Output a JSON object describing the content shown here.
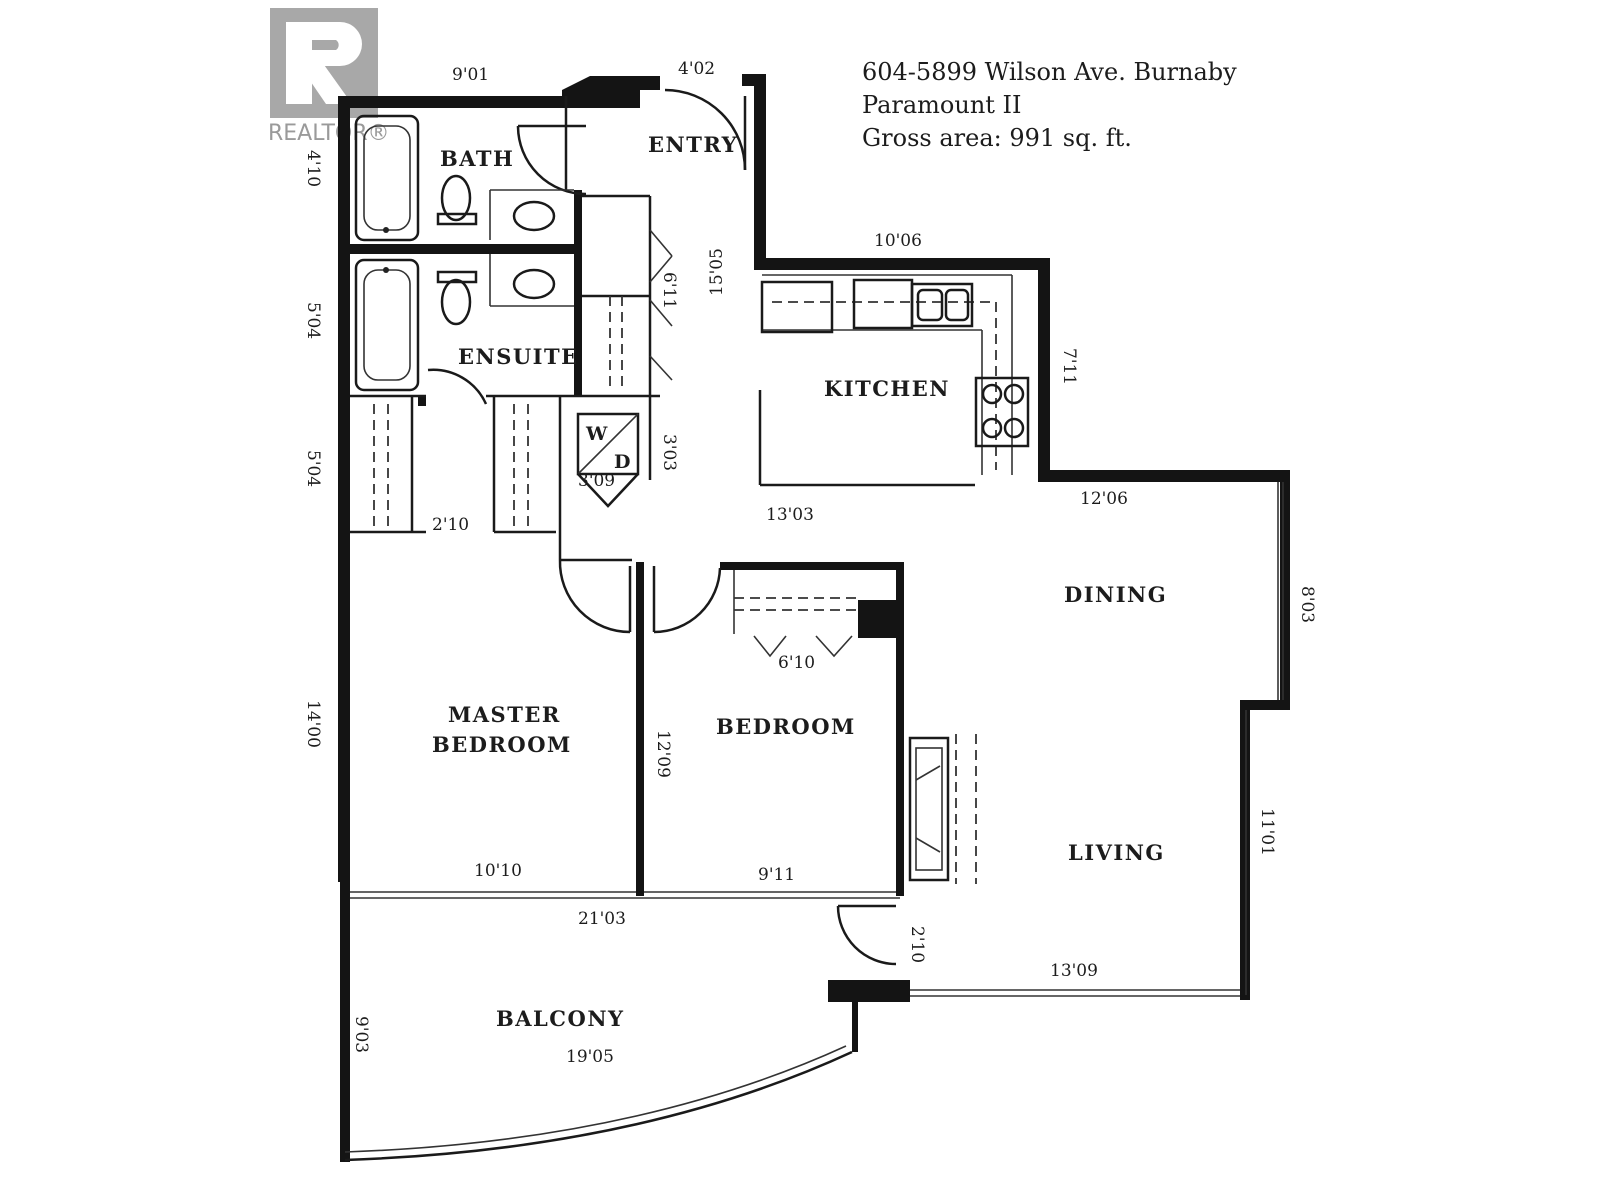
{
  "logo": {
    "text": "REALTOR®",
    "icon": "realtor-r-logo"
  },
  "header": {
    "address": "604-5899 Wilson Ave. Burnaby",
    "building": "Paramount II",
    "gross_area": "Gross area: 991 sq. ft."
  },
  "rooms": {
    "bath": "BATH",
    "entry": "ENTRY",
    "ensuite": "ENSUITE",
    "kitchen": "KITCHEN",
    "dining": "DINING",
    "master_bedroom_line1": "MASTER",
    "master_bedroom_line2": "BEDROOM",
    "bedroom": "BEDROOM",
    "living": "LIVING",
    "balcony": "BALCONY",
    "washer_dryer_top": "W",
    "washer_dryer_bottom": "D"
  },
  "dimensions": {
    "bath_width": "9'01",
    "entry_width": "4'02",
    "bath_depth": "4'10",
    "ensuite_depth": "5'04",
    "closet_depth": "5'04",
    "closet_width": "2'10",
    "entry_length": "15'05",
    "linen_depth": "6'11",
    "kitchen_width": "10'06",
    "kitchen_depth": "7'11",
    "laundry_depth": "3'03",
    "laundry_width": "3'09",
    "hall_width": "13'03",
    "dining_width": "12'06",
    "dining_depth": "8'03",
    "bedroom_closet": "6'10",
    "master_depth": "14'00",
    "bedroom_depth": "12'09",
    "living_depth": "11'01",
    "master_width": "10'10",
    "bedroom_width": "9'11",
    "balcony_length": "21'03",
    "balcony_door": "2'10",
    "living_width": "13'09",
    "balcony_depth": "9'03",
    "balcony_width": "19'05"
  }
}
